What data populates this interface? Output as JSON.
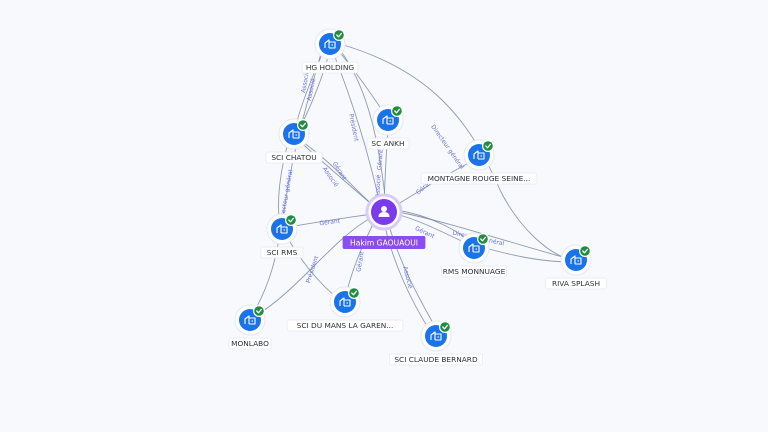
{
  "center": {
    "name": "Hakim GAOUAOUI",
    "icon": "person-icon",
    "color": "#7c3aed"
  },
  "companies": [
    {
      "id": "hg",
      "name": "HG HOLDING",
      "icon": "building-icon",
      "verified": true
    },
    {
      "id": "chatou",
      "name": "SCI CHATOU",
      "icon": "building-icon",
      "verified": true
    },
    {
      "id": "ankh",
      "name": "SC ANKH",
      "icon": "building-icon",
      "verified": true
    },
    {
      "id": "montagne",
      "name": "MONTAGNE ROUGE SEINE...",
      "icon": "building-icon",
      "verified": true
    },
    {
      "id": "rms",
      "name": "SCI RMS",
      "icon": "building-icon",
      "verified": true
    },
    {
      "id": "monnuage",
      "name": "RMS MONNUAGE",
      "icon": "building-icon",
      "verified": true
    },
    {
      "id": "riva",
      "name": "RIVA SPLASH",
      "icon": "building-icon",
      "verified": true
    },
    {
      "id": "monlabo",
      "name": "MONLABO",
      "icon": "building-icon",
      "verified": true
    },
    {
      "id": "dumans",
      "name": "SCI DU MANS LA GAREN...",
      "icon": "building-icon",
      "verified": true
    },
    {
      "id": "claude",
      "name": "SCI CLAUDE BERNARD",
      "icon": "building-icon",
      "verified": true
    }
  ],
  "edge_labels": [
    {
      "id": "e1",
      "text": "Associé"
    },
    {
      "id": "e2",
      "text": "Président"
    },
    {
      "id": "e3",
      "text": "Gérant"
    },
    {
      "id": "e4",
      "text": "Associé"
    },
    {
      "id": "e5",
      "text": "Directeur général"
    },
    {
      "id": "e6",
      "text": "Gérant"
    },
    {
      "id": "e7",
      "text": "Associé"
    },
    {
      "id": "e8",
      "text": "Gérant"
    },
    {
      "id": "e9",
      "text": "Gérant"
    },
    {
      "id": "e10",
      "text": "Gérant"
    },
    {
      "id": "e11",
      "text": "Président"
    },
    {
      "id": "e12",
      "text": "Gérant"
    },
    {
      "id": "e13",
      "text": "Associé"
    },
    {
      "id": "e14",
      "text": "Directeur général"
    },
    {
      "id": "e15",
      "text": "Directeur général"
    },
    {
      "id": "e16",
      "text": "Associé"
    }
  ],
  "colors": {
    "company": "#1a73e8",
    "verified": "#1e8e3e",
    "person": "#7c3aed",
    "edge_label": "#6b6fd6"
  }
}
